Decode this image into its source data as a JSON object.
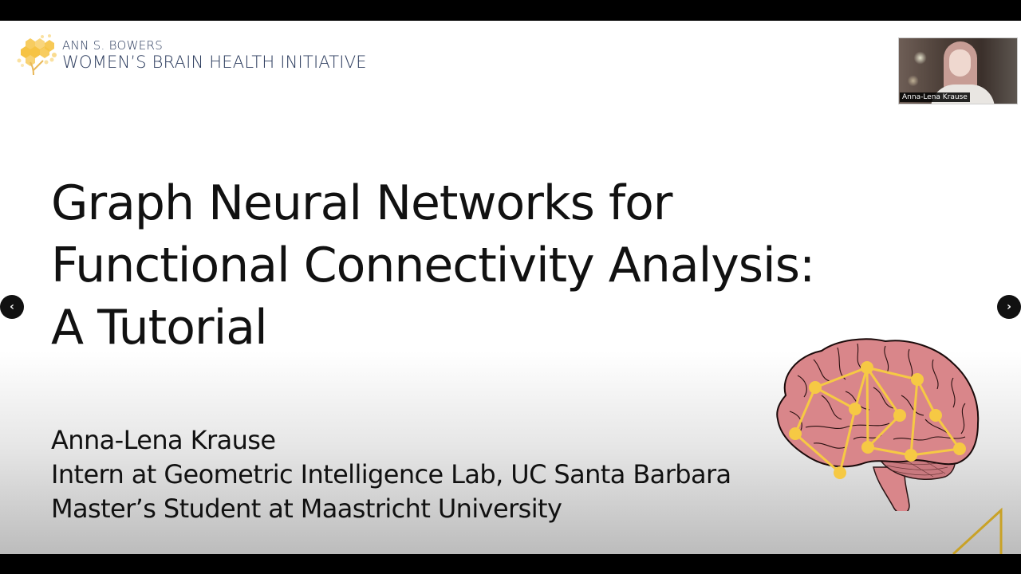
{
  "slide": {
    "logo": {
      "line1": "ANN S. BOWERS",
      "line2": "WOMEN’S BRAIN HEALTH INITIATIVE",
      "icon": "honeycomb-tree-logo",
      "color": "#2a3a5c",
      "accent": "#f6c344"
    },
    "title": {
      "lines": [
        "Graph Neural Networks for",
        "Functional Connectivity Analysis:",
        "A Tutorial"
      ]
    },
    "author": {
      "name": "Anna-Lena Krause",
      "affiliation1": "Intern at Geometric Intelligence Lab, UC Santa Barbara",
      "affiliation2": "Master’s Student at Maastricht University"
    },
    "illustration": {
      "icon": "brain-network-illustration",
      "brain_color": "#d9868a",
      "node_color": "#f6c944"
    },
    "decoration_color": "#c9a227"
  },
  "video": {
    "participant_name": "Anna-Lena Krause"
  },
  "navigation": {
    "prev_icon": "‹",
    "next_icon": "›"
  }
}
